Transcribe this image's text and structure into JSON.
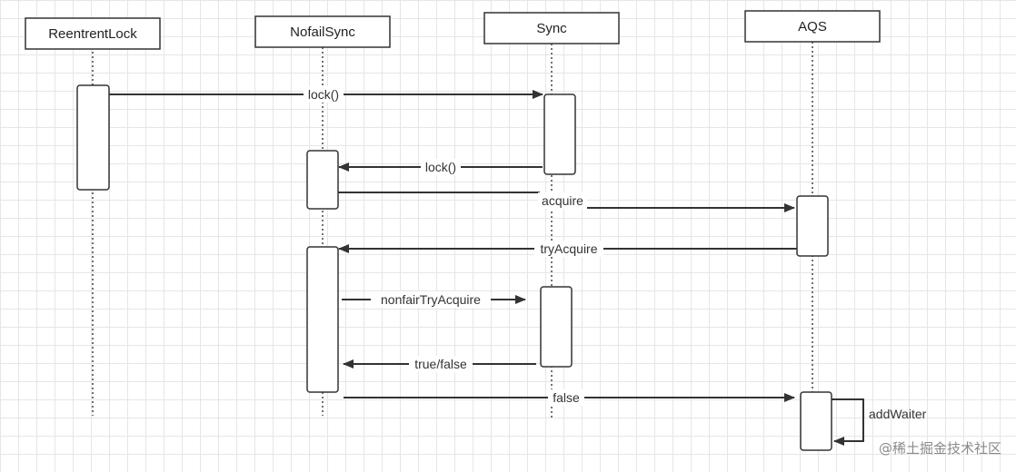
{
  "actors": [
    "ReentrentLock",
    "NofailSync",
    "Sync",
    "AQS"
  ],
  "messages": {
    "m1": "lock()",
    "m2": "lock()",
    "m3": "acquire",
    "m4": "tryAcquire",
    "m5": "nonfairTryAcquire",
    "m6": "true/false",
    "m7": "false",
    "m8": "addWaiter"
  },
  "watermark": "@稀土掘金技术社区"
}
